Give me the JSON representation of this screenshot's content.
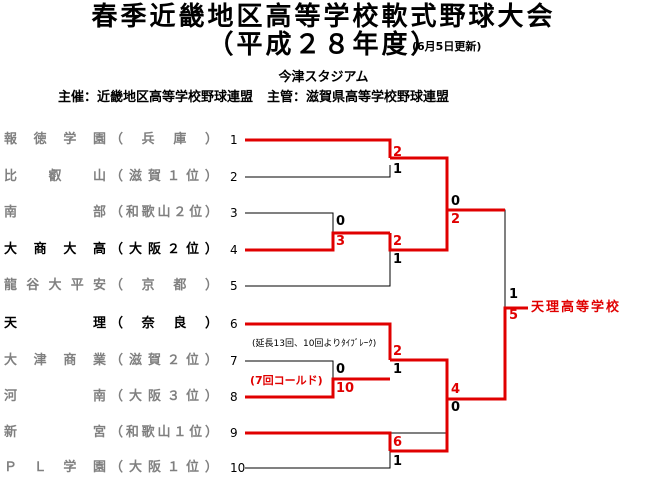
{
  "header": {
    "title": "春季近畿地区高等学校軟式野球大会",
    "subtitle": "（平成２８年度）",
    "updated": "(6月5日更新)",
    "venue": "今津スタジアム",
    "organizer": "主催：近畿地区高等学校野球連盟",
    "comanager": "主管：滋賀県高等学校野球連盟"
  },
  "teams": [
    {
      "seed": "1",
      "name": [
        "報",
        "徳",
        "学",
        "園"
      ],
      "pref": [
        "（",
        "兵",
        "庫",
        "）"
      ],
      "won": false
    },
    {
      "seed": "2",
      "name": [
        "比",
        "叡",
        "山"
      ],
      "pref": [
        "（",
        "滋",
        "賀",
        "１",
        "位",
        "）"
      ],
      "won": false
    },
    {
      "seed": "3",
      "name": [
        "南",
        "部"
      ],
      "pref": [
        "（",
        "和",
        "歌",
        "山",
        "２",
        "位",
        "）"
      ],
      "won": false
    },
    {
      "seed": "4",
      "name": [
        "大",
        "商",
        "大",
        "高"
      ],
      "pref": [
        "（",
        "大",
        "阪",
        "２",
        "位",
        "）"
      ],
      "won": true
    },
    {
      "seed": "5",
      "name": [
        "龍",
        "谷",
        "大",
        "平",
        "安"
      ],
      "pref": [
        "（",
        "京",
        "都",
        "）"
      ],
      "won": false
    },
    {
      "seed": "6",
      "name": [
        "天",
        "理"
      ],
      "pref": [
        "（",
        "奈",
        "良",
        "）"
      ],
      "won": true
    },
    {
      "seed": "7",
      "name": [
        "大",
        "津",
        "商",
        "業"
      ],
      "pref": [
        "（",
        "滋",
        "賀",
        "２",
        "位",
        "）"
      ],
      "won": false
    },
    {
      "seed": "8",
      "name": [
        "河",
        "南"
      ],
      "pref": [
        "（",
        "大",
        "阪",
        "３",
        "位",
        "）"
      ],
      "won": false
    },
    {
      "seed": "9",
      "name": [
        "新",
        "宮"
      ],
      "pref": [
        "（",
        "和",
        "歌",
        "山",
        "１",
        "位",
        "）"
      ],
      "won": false
    },
    {
      "seed": "10",
      "name": [
        "Ｐ",
        "Ｌ",
        "学",
        "園"
      ],
      "pref": [
        "（",
        "大",
        "阪",
        "１",
        "位",
        "）"
      ],
      "won": false
    }
  ],
  "scores": {
    "r1_top": "2",
    "r1_bot": "1",
    "p34_top": "0",
    "p34_bot": "3",
    "r2_top": "2",
    "r2_bot": "1",
    "sf1_top": "0",
    "sf1_bot": "2",
    "p78_top": "0",
    "p78_bot": "10",
    "r3_top": "2",
    "r3_bot": "1",
    "r4_top": "6",
    "r4_bot": "1",
    "sf2_top": "4",
    "sf2_bot": "0",
    "final_top": "1",
    "final_bot": "5"
  },
  "notes": {
    "extra_innings": "(延長13回、10回よりﾀｲﾌﾞﾚｰｸ)",
    "called_game": "(7回コールド)"
  },
  "champion": "天理高等学校",
  "colors": {
    "win": "#e00000",
    "line": "#000000",
    "loser_text": "#808080"
  }
}
